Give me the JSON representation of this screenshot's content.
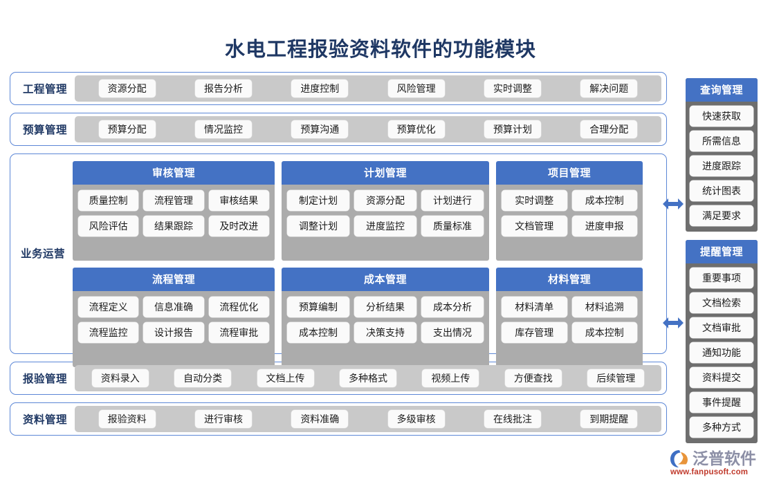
{
  "title": "水电工程报验资料软件的功能模块",
  "simple_rows_top": [
    {
      "label": "工程管理",
      "items": [
        "资源分配",
        "报告分析",
        "进度控制",
        "风险管理",
        "实时调整",
        "解决问题"
      ]
    },
    {
      "label": "预算管理",
      "items": [
        "预算分配",
        "情况监控",
        "预算沟通",
        "预算优化",
        "预算计划",
        "合理分配"
      ]
    }
  ],
  "business": {
    "label": "业务运营",
    "row1": [
      {
        "title": "审核管理",
        "lines": [
          [
            "质量控制",
            "流程管理",
            "审核结果"
          ],
          [
            "风险评估",
            "结果跟踪",
            "及时改进"
          ]
        ]
      },
      {
        "title": "计划管理",
        "lines": [
          [
            "制定计划",
            "资源分配",
            "计划进行"
          ],
          [
            "调整计划",
            "进度监控",
            "质量标准"
          ]
        ]
      },
      {
        "title": "项目管理",
        "lines": [
          [
            "实时调整",
            "成本控制"
          ],
          [
            "文档管理",
            "进度申报"
          ]
        ]
      }
    ],
    "row2": [
      {
        "title": "流程管理",
        "lines": [
          [
            "流程定义",
            "信息准确",
            "流程优化"
          ],
          [
            "流程监控",
            "设计报告",
            "流程审批"
          ]
        ]
      },
      {
        "title": "成本管理",
        "lines": [
          [
            "预算编制",
            "分析结果",
            "成本分析"
          ],
          [
            "成本控制",
            "决策支持",
            "支出情况"
          ]
        ]
      },
      {
        "title": "材料管理",
        "lines": [
          [
            "材料清单",
            "材料追溯"
          ],
          [
            "库存管理",
            "成本控制"
          ]
        ]
      }
    ]
  },
  "simple_rows_bottom": [
    {
      "label": "报验管理",
      "items": [
        "资料录入",
        "自动分类",
        "文档上传",
        "多种格式",
        "视频上传",
        "方便查找",
        "后续管理"
      ]
    },
    {
      "label": "资料管理",
      "items": [
        "报验资料",
        "进行审核",
        "资料准确",
        "多级审核",
        "在线批注",
        "到期提醒"
      ]
    }
  ],
  "sidebar": [
    {
      "title": "查询管理",
      "items": [
        "快速获取",
        "所需信息",
        "进度跟踪",
        "统计图表",
        "满足要求"
      ]
    },
    {
      "title": "提醒管理",
      "items": [
        "重要事项",
        "文档检索",
        "文档审批",
        "通知功能",
        "资料提交",
        "事件提醒",
        "多种方式"
      ]
    }
  ],
  "connectors": [
    {
      "name": "arrow-query",
      "icon": "double-arrow-icon"
    },
    {
      "name": "arrow-reminder",
      "icon": "double-arrow-icon"
    }
  ],
  "logo": {
    "brand": "泛普软件",
    "url": "www.fanpusoft.com",
    "icon": "fanpu-swoosh-icon"
  },
  "colors": {
    "header_blue": "#4472C4",
    "title_navy": "#1F3864",
    "card_border": "#5B86D6",
    "band_gray": "#C9C9C9",
    "body_gray": "#ACACAC",
    "sidebar_gray": "#6E6E6E",
    "pill_white": "#FAFAFA",
    "logo_gray": "#8C8FA6",
    "logo_red": "#C0392B"
  }
}
